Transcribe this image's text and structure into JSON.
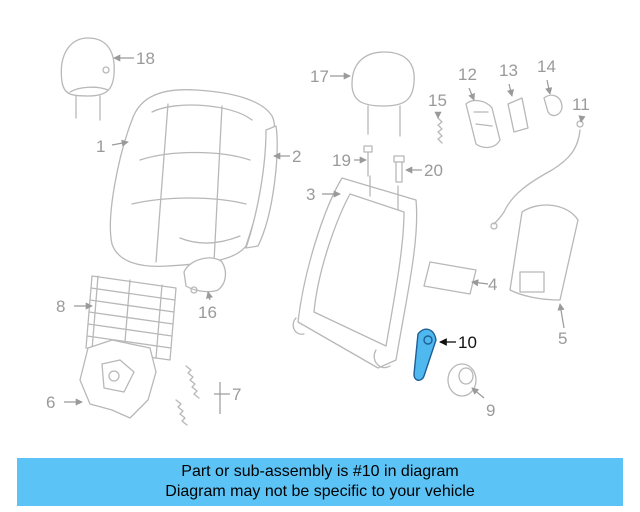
{
  "diagram": {
    "highlighted_part": "10",
    "callouts": [
      "1",
      "2",
      "3",
      "4",
      "5",
      "6",
      "7",
      "8",
      "9",
      "10",
      "11",
      "12",
      "13",
      "14",
      "15",
      "16",
      "17",
      "18",
      "19",
      "20"
    ]
  },
  "caption": {
    "line1": "Part or sub-assembly is #10 in diagram",
    "line2": "Diagram may not be specific to your vehicle"
  },
  "colors": {
    "banner": "#5bc3f5",
    "highlight": "#4fb8ee",
    "line_art": "#b8b8b8"
  }
}
